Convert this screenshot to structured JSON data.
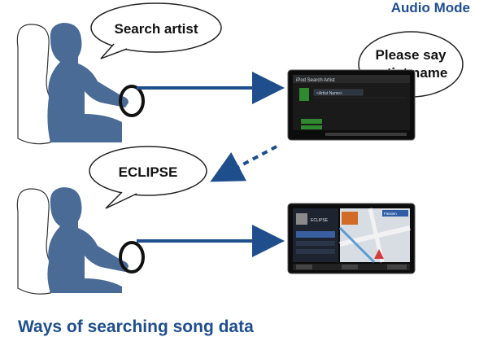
{
  "header": {
    "mode_label": "Audio Mode"
  },
  "bubbles": {
    "search_artist": "Search artist",
    "prompt_line1": "Please say",
    "prompt_line2": "artist name",
    "eclipse": "ECLIPSE"
  },
  "screen_top": {
    "title": "iPod Search Artist",
    "field": "<Artist Name>"
  },
  "screen_bottom": {
    "brand": "ECLIPSE",
    "nav_text": "Fleisten"
  },
  "caption": "Ways of searching song data",
  "colors": {
    "accent": "#1f4e8c",
    "silhouette": "#4a6b95",
    "seat": "#ffffff"
  }
}
